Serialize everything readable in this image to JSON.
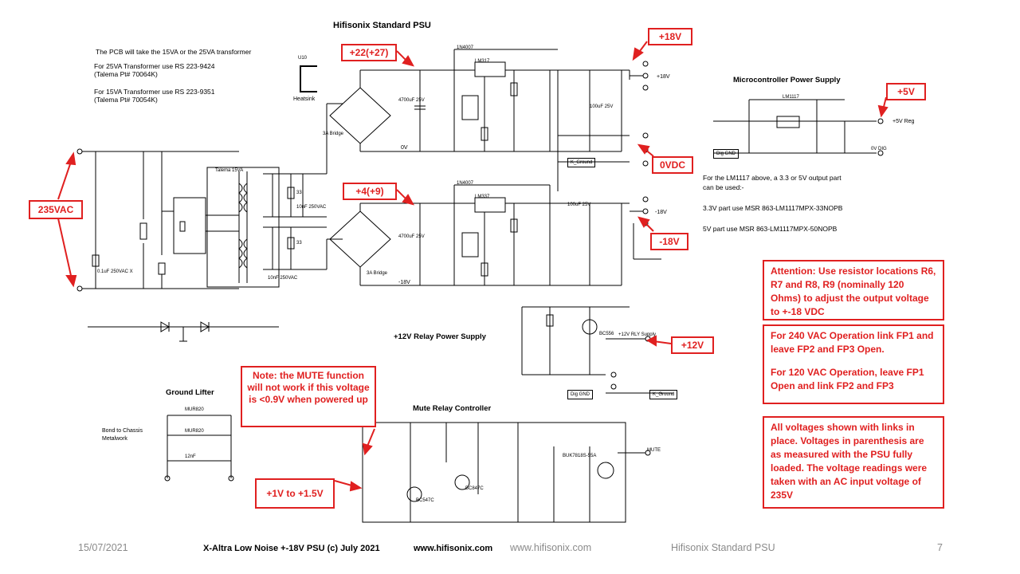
{
  "title": "Hifisonix Standard PSU",
  "pcb_notes": [
    "The PCB will take the 15VA or the 25VA transformer",
    "For 25VA Transformer use RS 223-9424",
    "(Talema Pt# 70064K)",
    "For 15VA Transformer use RS 223-9351",
    "(Talema Pt# 70054K)"
  ],
  "heatsink_label": "Heatsink",
  "heatsink_ref": "U10",
  "sections": {
    "mcu": "Microcontroller Power Supply",
    "relay": "+12V Relay Power Supply",
    "mute": "Mute Relay Controller",
    "ground_lifter": "Ground Lifter"
  },
  "lm1117_notes": [
    "For the LM1117 above, a 3.3 or 5V output part",
    "can be used:-",
    "3.3V part use MSR 863-LM1117MPX-33NOPB",
    "5V part use MSR 863-LM1117MPX-50NOPB"
  ],
  "callouts": {
    "v_plus18": "+18V",
    "v_plus22": "+22(+27)",
    "v_plus4": "+4(+9)",
    "v_0vdc": "0VDC",
    "v_minus18": "-18V",
    "v_235vac": "235VAC",
    "v_plus5": "+5V",
    "v_plus12": "+12V",
    "v_1v": "+1V  to +1.5V",
    "mute_note": "Note: the MUTE function will not work if this voltage is <0.9V when powered up",
    "attention": "Attention: Use resistor locations R6, R7 and R8, R9 (nominally 120 Ohms) to adjust the output voltage to +-18 VDC",
    "op_240": "For 240 VAC Operation link  FP1 and leave FP2 and FP3  Open.",
    "op_120": "For 120 VAC Operation, leave FP1 Open and link FP2 and FP3",
    "all_voltages": "All  voltages shown with links in place.  Voltages in parenthesis are as measured with the PSU fully loaded.  The voltage readings were taken with an AC input voltage of 235V"
  },
  "net_labels": {
    "plus18_out": "+18V",
    "minus18_out": "-18V",
    "zero_v": "0V",
    "minus18_rail": "-18V",
    "k_ground": "K_Ground",
    "dig_gnd": "Dig GND",
    "plus5_reg": "+5V Reg",
    "dig_gnd2": "0V DIG",
    "relay_supply": "+12V RLY Supply",
    "mute_out": "MUTE",
    "bond_chassis": "Bond to Chassis",
    "metalwork": "Metalwork",
    "k_ground2": "K_Ground",
    "transformer": "Talema 15VA",
    "bridge_top": "3A Bridge",
    "bridge_bot": "3A Bridge"
  },
  "components": {
    "u25": "LM317",
    "u19": "LM337",
    "u4": "LM1117",
    "q1": "BC556",
    "q2": "BUK7818S-55A",
    "q3": "BC547C",
    "q4": "BC847C",
    "d20": "1N4007",
    "d17": "1N4007",
    "c16": "4700uF 25V",
    "c9": "4700uF 25V",
    "c8": "100uF 25V",
    "c17": "100uF 25V",
    "r22": "33",
    "r21": "33",
    "c14": "10nF 250VAC",
    "c13": "10nF 250VAC",
    "c6": "0.1uF 250VAC X",
    "d1": "MUR820",
    "d2": "MUR820",
    "c1": "12nF"
  },
  "footer": {
    "date": "15/07/2021",
    "copyright": "X-Altra Low Noise +-18V PSU   (c) July 2021",
    "website_bold": "www.hifisonix.com",
    "website": "www.hifisonix.com",
    "name": "Hifisonix Standard PSU",
    "page": "7"
  },
  "colors": {
    "callout": "#e02020",
    "wire": "#000000",
    "footer_grey": "#8a8a8a"
  }
}
